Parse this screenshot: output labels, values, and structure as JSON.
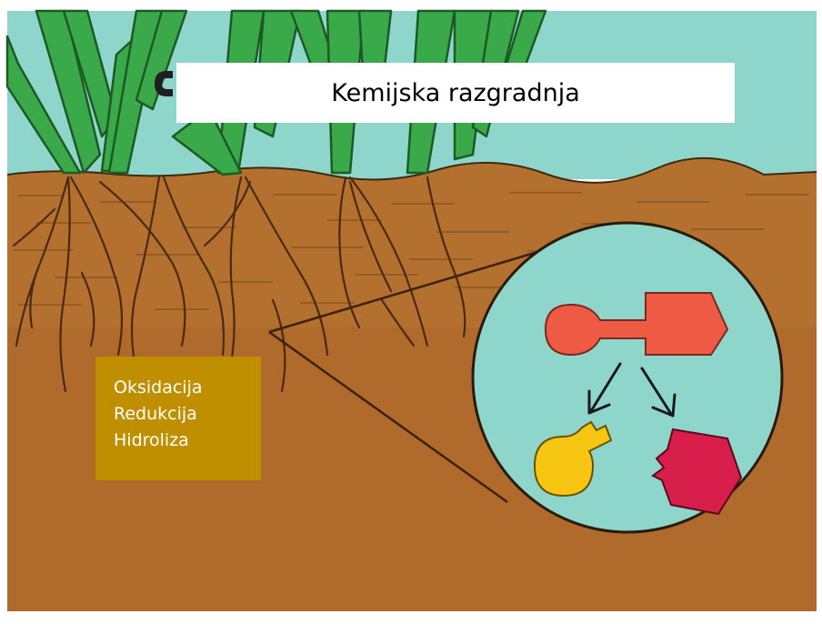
{
  "title": "Kemijska razgradnja",
  "processes": [
    "Oksidacija",
    "Redukcija",
    "Hidroliza"
  ],
  "colors": {
    "sky": "#8ed6cb",
    "soil": "#b4702e",
    "soil_deep": "#a9652b",
    "grass": "#3aa94a",
    "root": "#4a2a12",
    "magnifier": "#8ed6cb",
    "molecule_whole": "#ef5a45",
    "fragment_yellow": "#f6c613",
    "fragment_red": "#d81e4a",
    "label_box": "#bf8f00"
  },
  "icons": [
    "grass-blades",
    "root-system",
    "magnifier-circle",
    "molecule-icon",
    "arrow-down-left-icon",
    "arrow-down-right-icon",
    "yellow-fragment-icon",
    "red-fragment-icon"
  ]
}
